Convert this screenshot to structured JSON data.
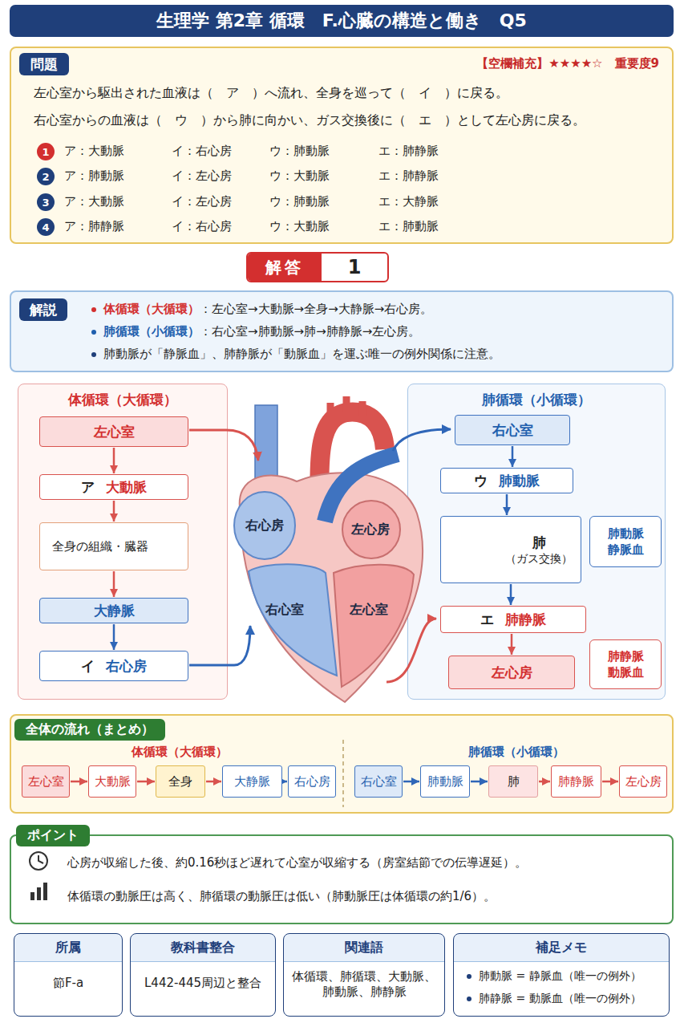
{
  "diagram": {
    "title": "生理学 第2章 循環　F.心臓の構造と働き　Q5",
    "nodes": [
      {
        "text": [
          "【空欄補充】★★★★☆　重要度9",
          "左心室から駆出された血液は（　ア　）へ流れ、全身を巡って（　イ　）に戻る。",
          "右心室からの血液は（　ウ　）から肺に向かい、ガス交換後に（　エ　）として左心房に戻る。"
        ]
      },
      {
        "text": [
          "問題"
        ],
        "in": 0
      },
      {
        "text": [
          "1"
        ],
        "in": 0
      },
      {
        "text": [
          "2"
        ],
        "in": 0
      },
      {
        "text": [
          "3"
        ],
        "in": 0
      },
      {
        "text": [
          "4"
        ],
        "in": 0
      },
      {
        "text": [
          "解答",
          "1"
        ]
      },
      {
        "text": [
          "体循環（大循環）",
          "：左心室→大動脈→全身→大静脈→右心房。",
          "肺循環（小循環）",
          "：右心室→肺動脈→肺→肺静脈→左心房。",
          "肺動脈が「静脈血」、肺静脈が「動脈血」を運ぶ唯一の例外関係に注意。"
        ]
      },
      {
        "text": [
          "解説"
        ],
        "in": 7
      },
      {
        "text": [
          "体循環（大循環）"
        ]
      },
      {
        "text": [
          "左心室"
        ],
        "in": 9
      },
      {
        "text": [
          "ア",
          "大動脈"
        ],
        "in": 9
      },
      {
        "text": [
          "全身の組織・臓器"
        ],
        "in": 9
      },
      {
        "text": [
          "大静脈"
        ],
        "in": 9
      },
      {
        "text": [
          "イ",
          "右心房"
        ],
        "in": 9
      },
      {
        "text": [
          "肺循環（小循環）"
        ]
      },
      {
        "text": [
          "右心室"
        ],
        "in": 15
      },
      {
        "text": [
          "ウ",
          "肺動脈"
        ],
        "in": 15
      },
      {
        "text": [
          "肺",
          "（ガス交換）"
        ],
        "in": 15
      },
      {
        "text": [
          "エ",
          "肺静脈"
        ],
        "in": 15
      },
      {
        "text": [
          "左心房"
        ],
        "in": 15
      },
      {
        "text": [
          "肺動脈",
          "静脈血"
        ],
        "in": 15
      },
      {
        "text": [
          "肺静脈",
          "動脈血"
        ],
        "in": 15
      },
      {
        "text": [
          "全体の流れ（まとめ）"
        ]
      },
      {
        "text": [
          "左心室"
        ],
        "in": 23
      },
      {
        "text": [
          "大動脈"
        ],
        "in": 23
      },
      {
        "text": [
          "全身"
        ],
        "in": 23
      },
      {
        "text": [
          "大静脈"
        ],
        "in": 23
      },
      {
        "text": [
          "右心房"
        ],
        "in": 23
      },
      {
        "text": [
          "右心室"
        ],
        "in": 23
      },
      {
        "text": [
          "肺動脈"
        ],
        "in": 23
      },
      {
        "text": [
          "肺"
        ],
        "in": 23
      },
      {
        "text": [
          "肺静脈"
        ],
        "in": 23
      },
      {
        "text": [
          "左心房"
        ],
        "in": 23
      },
      {
        "text": [
          "ポイント",
          "心房が収縮した後、約0.16秒ほど遅れて心室が収縮する（房室結節での伝導遅延）。",
          "体循環の動脈圧は高く、肺循環の動脈圧は低い（肺動脈圧は体循環の約1/6）。"
        ]
      },
      {
        "text": [
          "所属",
          "節F-a"
        ]
      },
      {
        "text": [
          "教科書整合",
          "L442-445周辺と整合"
        ]
      },
      {
        "text": [
          "関連語",
          "体循環、肺循環、大動脈、肺動脈、肺静脈"
        ]
      },
      {
        "text": [
          "補足メモ",
          "肺動脈 = 静脈血（唯一の例外）",
          "肺静脈 = 動脈血（唯一の例外）"
        ]
      }
    ],
    "edges": [
      {
        "from": 10,
        "to": 11,
        "arrow": "to"
      },
      {
        "from": 11,
        "to": 12,
        "arrow": "to"
      },
      {
        "from": 12,
        "to": 13,
        "arrow": "to"
      },
      {
        "from": 13,
        "to": 14,
        "arrow": "to"
      },
      {
        "from": 16,
        "to": 17,
        "arrow": "to"
      },
      {
        "from": 17,
        "to": 18,
        "arrow": "to"
      },
      {
        "from": 18,
        "to": 19,
        "arrow": "to"
      },
      {
        "from": 19,
        "to": 20,
        "arrow": "to"
      },
      {
        "from": 24,
        "to": 25,
        "arrow": "to"
      },
      {
        "from": 25,
        "to": 26,
        "arrow": "to"
      },
      {
        "from": 26,
        "to": 27,
        "arrow": "to"
      },
      {
        "from": 27,
        "to": 28,
        "arrow": "to"
      },
      {
        "from": 29,
        "to": 30,
        "arrow": "to"
      },
      {
        "from": 30,
        "to": 31,
        "arrow": "to"
      },
      {
        "from": 31,
        "to": 32,
        "arrow": "to"
      },
      {
        "from": 32,
        "to": 33,
        "arrow": "to"
      }
    ],
    "labels": [
      "ア：大動脈",
      "イ：右心房",
      "ウ：肺動脈",
      "エ：肺静脈",
      "ア：肺動脈",
      "イ：左心房",
      "ウ：大動脈",
      "エ：肺静脈",
      "ア：大動脈",
      "イ：左心房",
      "ウ：肺動脈",
      "エ：大静脈",
      "ア：肺静脈",
      "イ：右心房",
      "ウ：大動脈",
      "エ：肺動脈",
      "右心房",
      "左心房",
      "右心室",
      "左心室",
      "体循環（大循環）",
      "肺循環（小循環）"
    ]
  }
}
